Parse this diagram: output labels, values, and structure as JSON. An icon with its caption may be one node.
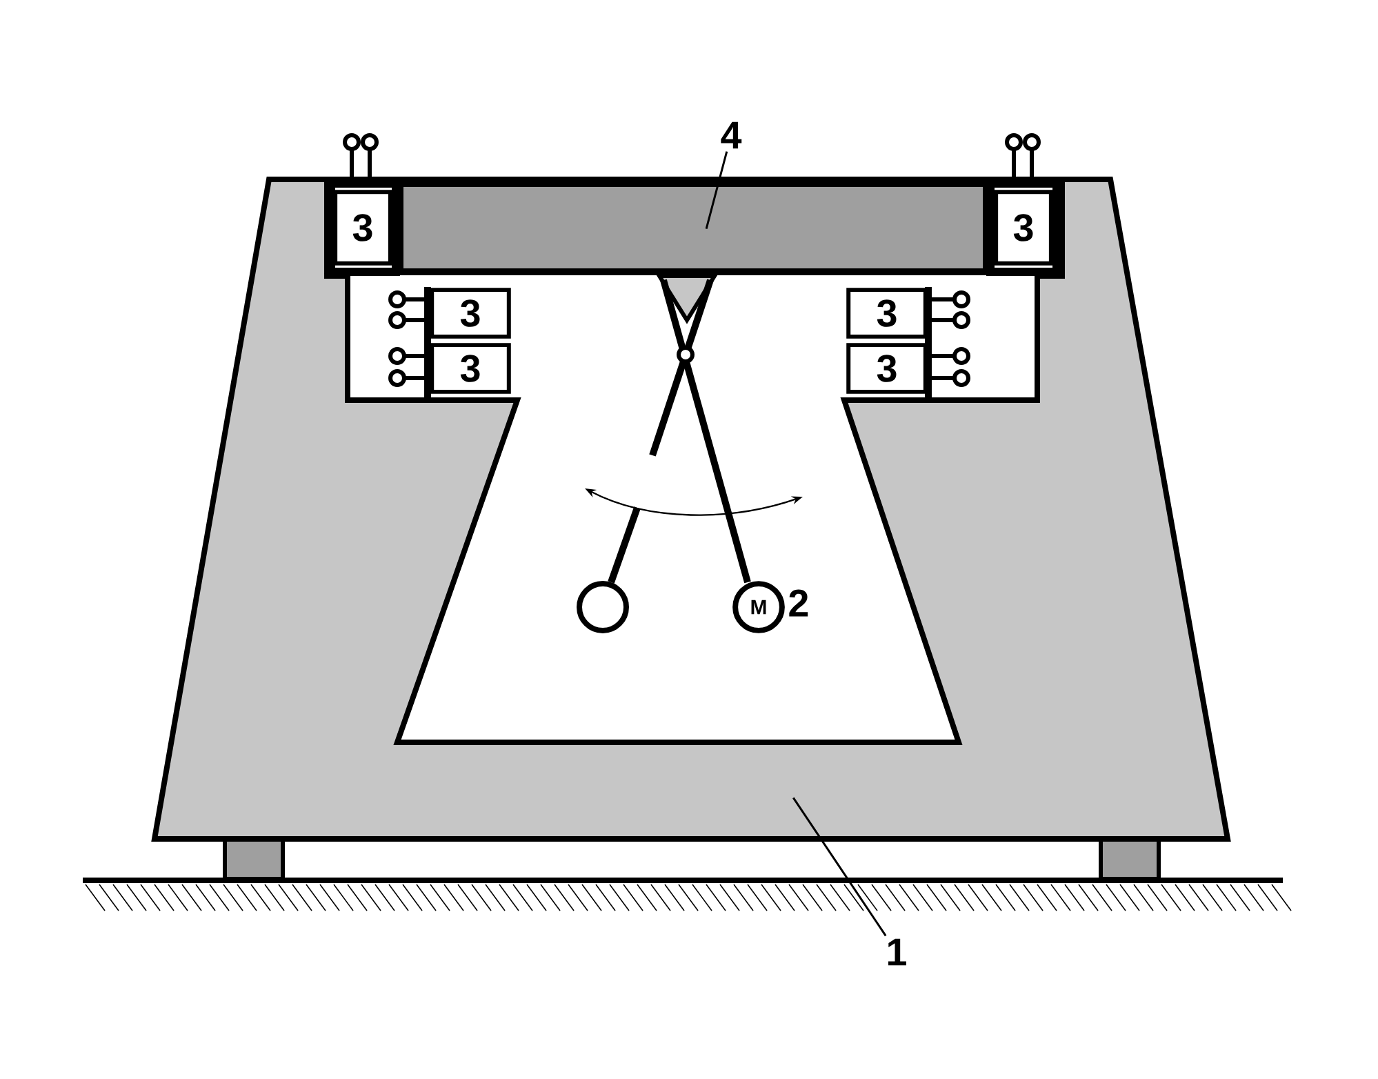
{
  "diagram": {
    "nodes": [
      {
        "text": [
          "4"
        ]
      },
      {
        "text": [
          "3"
        ],
        "in": 9
      },
      {
        "text": [],
        "shape": "bar",
        "in": 9
      },
      {
        "text": [
          "3"
        ],
        "in": 9
      },
      {
        "text": [
          "3"
        ],
        "in": 9
      },
      {
        "text": [
          "3"
        ],
        "in": 9
      },
      {
        "text": [
          "3"
        ],
        "in": 9
      },
      {
        "text": [
          "3"
        ],
        "in": 9
      },
      {
        "text": [
          "M"
        ],
        "beside": [
          "2"
        ],
        "in": 9
      },
      {
        "text": [],
        "shape": "box"
      },
      {
        "text": [
          "1"
        ]
      }
    ],
    "edges": [
      {
        "from": 0,
        "to": 2,
        "arrow": "none"
      },
      {
        "from": 10,
        "to": 9,
        "arrow": "none"
      }
    ]
  }
}
